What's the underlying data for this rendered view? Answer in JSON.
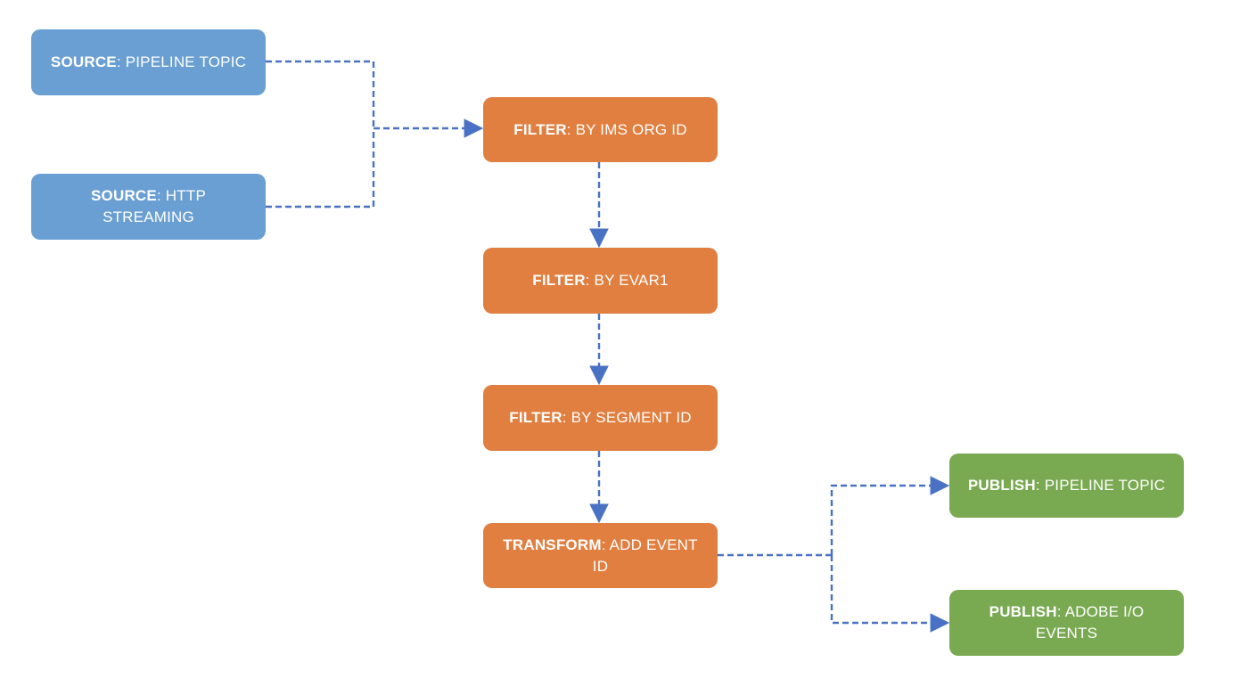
{
  "nodes": {
    "source_pipeline": {
      "kind": "SOURCE",
      "text": "PIPELINE TOPIC"
    },
    "source_http": {
      "kind": "SOURCE",
      "text": "HTTP STREAMING"
    },
    "filter_ims": {
      "kind": "FILTER",
      "text": "BY IMS ORG ID"
    },
    "filter_evar": {
      "kind": "FILTER",
      "text": "BY EVAR1"
    },
    "filter_segment": {
      "kind": "FILTER",
      "text": "BY SEGMENT ID"
    },
    "transform": {
      "kind": "TRANSFORM",
      "text": "ADD EVENT ID"
    },
    "publish_pipeline": {
      "kind": "PUBLISH",
      "text": "PIPELINE TOPIC"
    },
    "publish_adobe": {
      "kind": "PUBLISH",
      "text": "ADOBE I/O EVENTS"
    }
  },
  "colors": {
    "source": "#6a9fd3",
    "step": "#e17f40",
    "publish": "#79a951",
    "connector": "#4a72c4",
    "node_text": "#ffffff"
  }
}
